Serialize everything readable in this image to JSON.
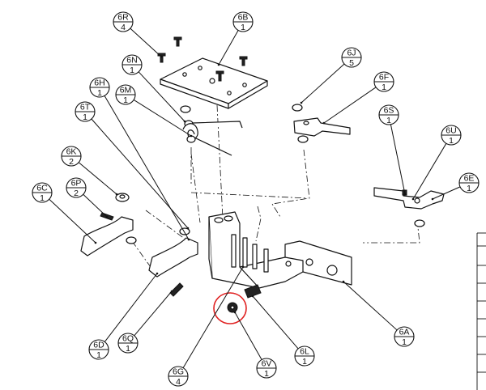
{
  "callouts": [
    {
      "id": "6R",
      "qty": "4"
    },
    {
      "id": "6B",
      "qty": "1"
    },
    {
      "id": "6N",
      "qty": "1"
    },
    {
      "id": "6J",
      "qty": "5"
    },
    {
      "id": "6H",
      "qty": "1"
    },
    {
      "id": "6M",
      "qty": "1"
    },
    {
      "id": "6F",
      "qty": "1"
    },
    {
      "id": "6T",
      "qty": "1"
    },
    {
      "id": "6S",
      "qty": "1"
    },
    {
      "id": "6U",
      "qty": "1"
    },
    {
      "id": "6K",
      "qty": "2"
    },
    {
      "id": "6E",
      "qty": "1"
    },
    {
      "id": "6C",
      "qty": "1"
    },
    {
      "id": "6P",
      "qty": "2"
    },
    {
      "id": "6D",
      "qty": "1"
    },
    {
      "id": "6Q",
      "qty": "1"
    },
    {
      "id": "6A",
      "qty": "1"
    },
    {
      "id": "6L",
      "qty": "1"
    },
    {
      "id": "6V",
      "qty": "1"
    },
    {
      "id": "6G",
      "qty": "4"
    }
  ],
  "highlight": {
    "target": "6V",
    "color": "#e02020"
  },
  "colors": {
    "line": "#111111",
    "background": "#ffffff"
  }
}
